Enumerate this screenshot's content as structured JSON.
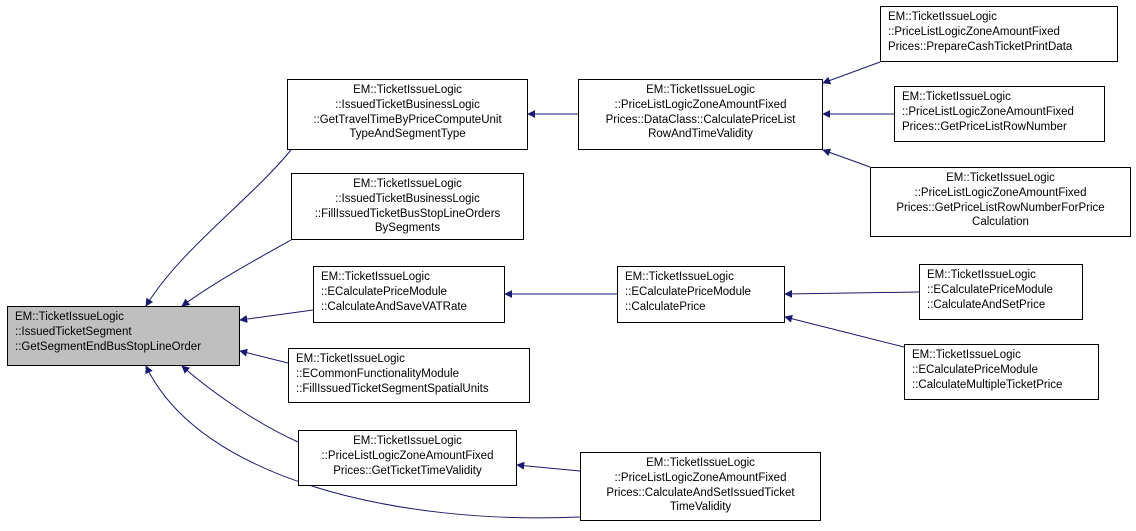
{
  "colors": {
    "edge": "#191970",
    "root_fill": "#bfbfbf",
    "border": "#000000"
  },
  "nodes": {
    "root": [
      "EM::TicketIssueLogic",
      "::IssuedTicketSegment",
      "::GetSegmentEndBusStopLineOrder"
    ],
    "n1": [
      "EM::TicketIssueLogic",
      "::IssuedTicketBusinessLogic",
      "::GetTravelTimeByPriceComputeUnit",
      "TypeAndSegmentType"
    ],
    "n2": [
      "EM::TicketIssueLogic",
      "::IssuedTicketBusinessLogic",
      "::FillIssuedTicketBusStopLineOrders",
      "BySegments"
    ],
    "n3": [
      "EM::TicketIssueLogic",
      "::ECalculatePriceModule",
      "::CalculateAndSaveVATRate"
    ],
    "n4": [
      "EM::TicketIssueLogic",
      "::ECommonFunctionalityModule",
      "::FillIssuedTicketSegmentSpatialUnits"
    ],
    "n5": [
      "EM::TicketIssueLogic",
      "::PriceListLogicZoneAmountFixed",
      "Prices::GetTicketTimeValidity"
    ],
    "n6": [
      "EM::TicketIssueLogic",
      "::PriceListLogicZoneAmountFixed",
      "Prices::DataClass::CalculatePriceList",
      "RowAndTimeValidity"
    ],
    "n7": [
      "EM::TicketIssueLogic",
      "::ECalculatePriceModule",
      "::CalculatePrice"
    ],
    "n8": [
      "EM::TicketIssueLogic",
      "::PriceListLogicZoneAmountFixed",
      "Prices::CalculateAndSetIssuedTicket",
      "TimeValidity"
    ],
    "n9": [
      "EM::TicketIssueLogic",
      "::PriceListLogicZoneAmountFixed",
      "Prices::PrepareCashTicketPrintData"
    ],
    "n10": [
      "EM::TicketIssueLogic",
      "::PriceListLogicZoneAmountFixed",
      "Prices::GetPriceListRowNumber"
    ],
    "n11": [
      "EM::TicketIssueLogic",
      "::PriceListLogicZoneAmountFixed",
      "Prices::GetPriceListRowNumberForPrice",
      "Calculation"
    ],
    "n12": [
      "EM::TicketIssueLogic",
      "::ECalculatePriceModule",
      "::CalculateAndSetPrice"
    ],
    "n13": [
      "EM::TicketIssueLogic",
      "::ECalculatePriceModule",
      "::CalculateMultipleTicketPrice"
    ]
  }
}
